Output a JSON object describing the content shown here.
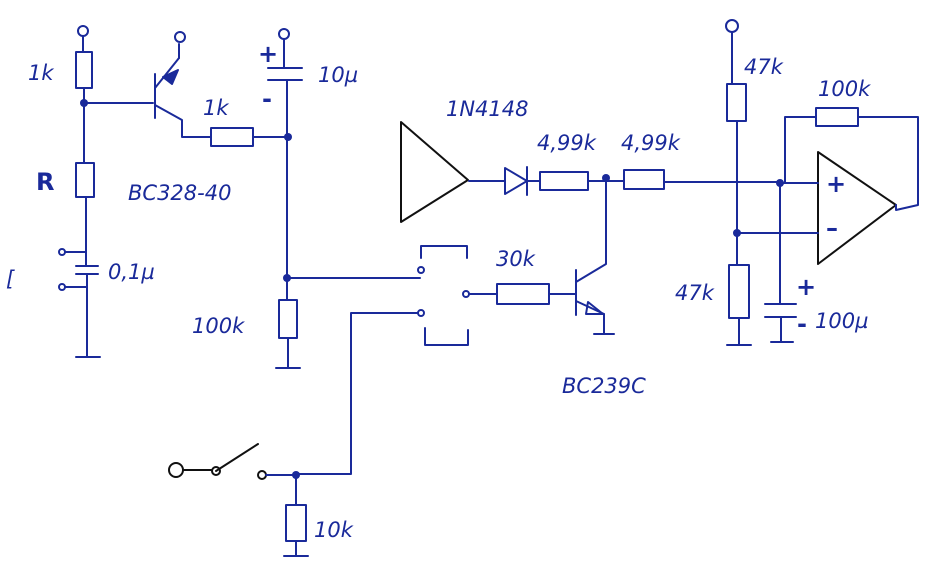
{
  "diagram": {
    "colors": {
      "ink": "#1a2a9a",
      "black_ink": "#111111",
      "background": "#ffffff"
    },
    "labels": {
      "r_1k_top": "1k",
      "r_R": "R",
      "cap_01u": "0,1µ",
      "r_1k_base": "1k",
      "q1_name": "BC328-40",
      "cap_10u": "10µ",
      "cap_plus": "+",
      "cap_minus": "-",
      "r_100k_left": "100k",
      "diode_name": "1N4148",
      "r_4k99_a": "4,99k",
      "r_4k99_b": "4,99k",
      "r_30k": "30k",
      "q2_name": "BC239C",
      "r_47k_top": "47k",
      "r_47k_bottom": "47k",
      "r_100k_fb": "100k",
      "cap_100u": "100µ",
      "cap100_plus": "+",
      "cap100_minus": "-",
      "opamp_plus": "+",
      "opamp_minus": "–",
      "r_10k": "10k",
      "bracket": "["
    }
  }
}
